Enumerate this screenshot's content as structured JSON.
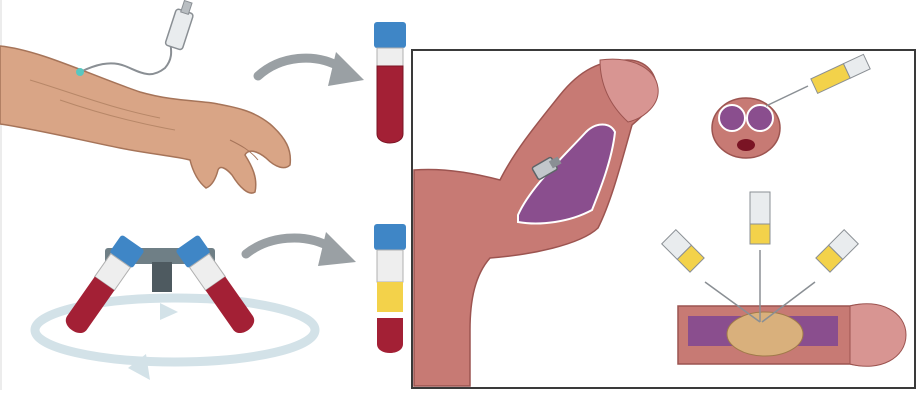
{
  "figure": {
    "panels": [
      {
        "id": "left",
        "steps": [
          "blood-draw-from-arm",
          "tube-of-whole-blood",
          "centrifuge-spin",
          "tube-separated-plasma"
        ]
      },
      {
        "id": "right",
        "views": [
          "injection-into-curved-shaft",
          "cross-section-injection",
          "multiple-needle-injection-into-plaque"
        ]
      }
    ],
    "colors": {
      "tube_cap": "#3f86c6",
      "blood": "#a32035",
      "plasma": "#f3d24a",
      "skin": "#d9a586",
      "penile_tissue": "#c77a74",
      "erectile_tissue": "#8a4e8e",
      "arrow": "#9aa0a4",
      "plaque": "#d9b07c"
    }
  }
}
